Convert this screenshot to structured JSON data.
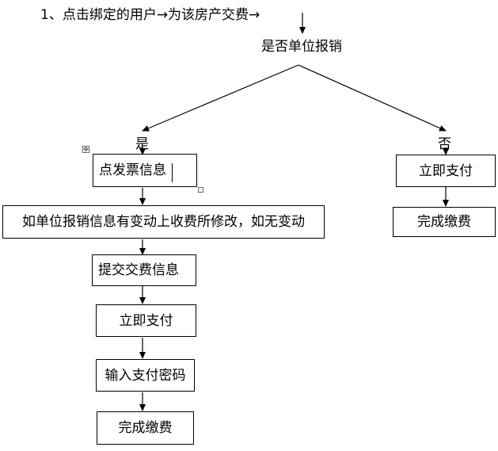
{
  "header": {
    "step_text": "1、点击绑定的用户→为该房产交费→"
  },
  "decision": {
    "question": "是否单位报销",
    "yes_label": "是",
    "no_label": "否"
  },
  "yes_branch": {
    "steps": [
      "点发票信息",
      "如单位报销信息有变动上收费所修改，如无变动",
      "提交交费信息",
      "立即支付",
      "输入支付密码",
      "完成缴费"
    ]
  },
  "no_branch": {
    "steps": [
      "立即支付",
      "完成缴费"
    ]
  },
  "editor": {
    "move_handle_icon": "move-cross-icon",
    "resize_handle_icon": "resize-square-icon"
  }
}
